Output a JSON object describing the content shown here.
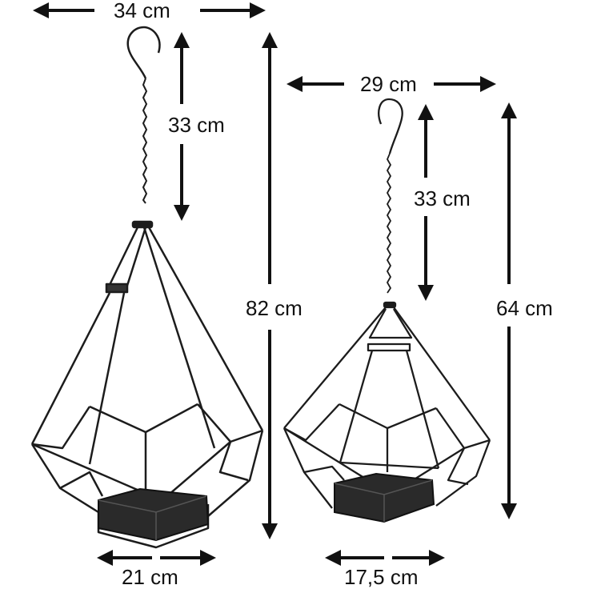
{
  "diagram": {
    "type": "product-dimensions",
    "colors": {
      "line": "#111111",
      "frame": "#1c1c1c",
      "tray": "#2a2a2a",
      "background": "#ffffff"
    },
    "large_planter": {
      "width_label": "34 cm",
      "chain_length_label": "33 cm",
      "total_height_label": "82 cm",
      "base_width_label": "21 cm"
    },
    "small_planter": {
      "width_label": "29 cm",
      "chain_length_label": "33 cm",
      "total_height_label": "64 cm",
      "base_width_label": "17,5 cm"
    }
  }
}
